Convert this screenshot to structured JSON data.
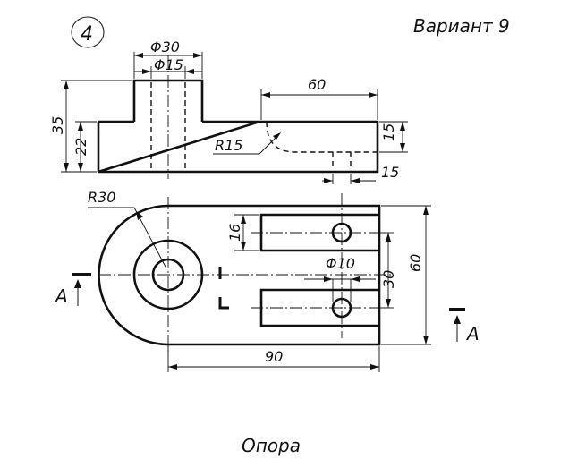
{
  "header": {
    "number": "4",
    "variant": "Вариант 9"
  },
  "dimensions": {
    "d30": "Φ30",
    "d15": "Φ15",
    "l60_top": "60",
    "h35": "35",
    "h22": "22",
    "r15": "R15",
    "h15": "15",
    "w15": "15",
    "r30": "R30",
    "s16": "16",
    "d10": "Φ10",
    "d30_side": "30",
    "d60_side": "60",
    "l90": "90"
  },
  "section": {
    "left": "A",
    "right": "A"
  },
  "footer": {
    "title": "Опора"
  }
}
